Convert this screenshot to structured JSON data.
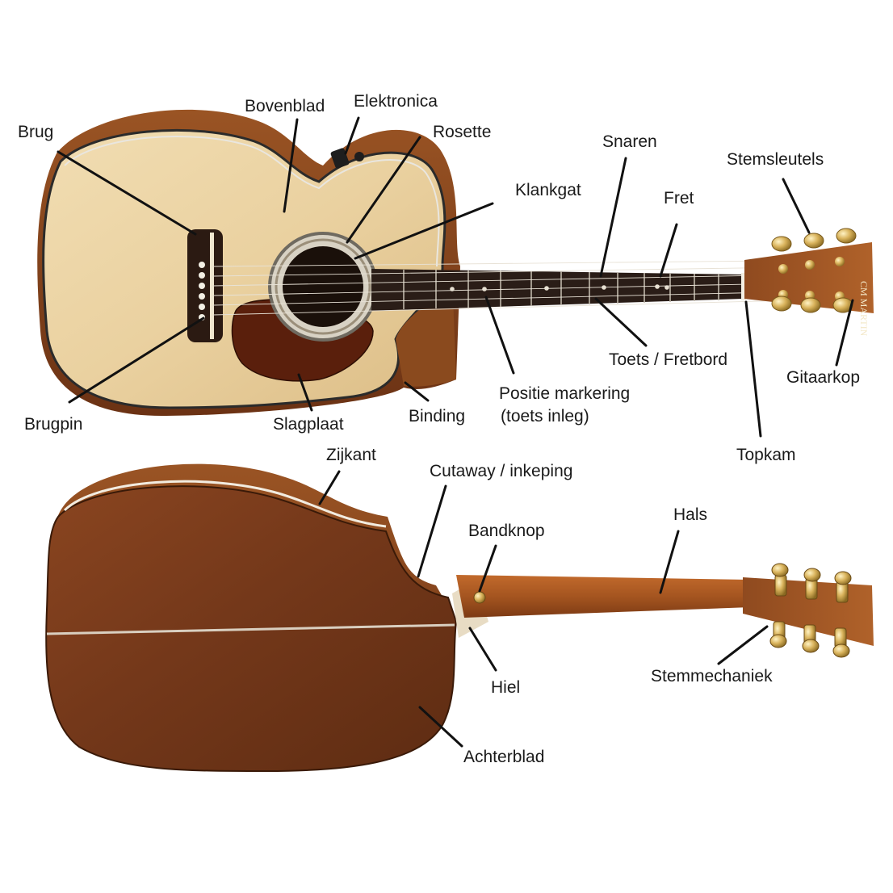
{
  "labels": {
    "brug": "Brug",
    "bovenblad": "Bovenblad",
    "elektronica": "Elektronica",
    "rosette": "Rosette",
    "klankgat": "Klankgat",
    "snaren": "Snaren",
    "fret": "Fret",
    "stemsleutels": "Stemsleutels",
    "toets": "Toets / Fretbord",
    "gitaarkop": "Gitaarkop",
    "positie_1": "Positie markering",
    "positie_2": "(toets inleg)",
    "binding": "Binding",
    "slagplaat": "Slagplaat",
    "brugpin": "Brugpin",
    "topkam": "Topkam",
    "zijkant": "Zijkant",
    "cutaway": "Cutaway / inkeping",
    "bandknop": "Bandknop",
    "hals": "Hals",
    "hiel": "Hiel",
    "stemmechaniek": "Stemmechaniek",
    "achterblad": "Achterblad"
  },
  "headstock_logo": "CM MARTIN",
  "colors": {
    "spruce_top": "#ecd5a6",
    "rosewood": "#7a3b18",
    "fretboard": "#2a1d17",
    "pickguard": "#5a1f0c",
    "gold_hardware": "#d9b35c",
    "label_text": "#1a1a1a",
    "leader_line": "#111111"
  }
}
